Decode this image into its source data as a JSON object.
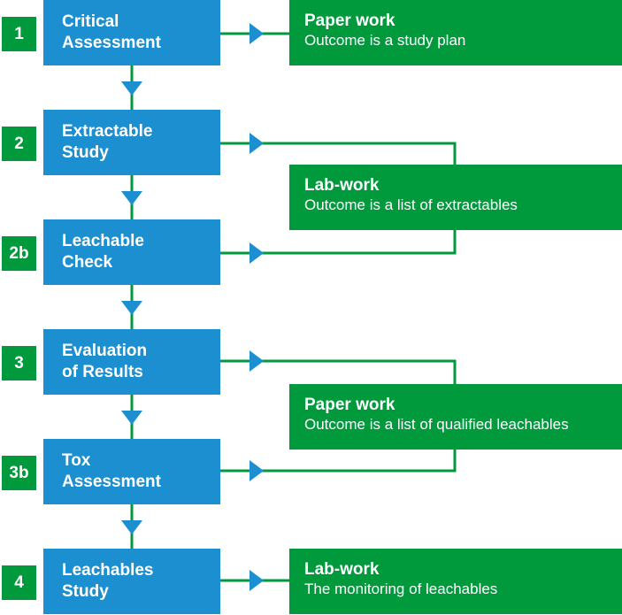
{
  "colors": {
    "step": "#1b8fd0",
    "outcome": "#009a3d",
    "connector": "#009a3d",
    "arrow": "#1b8fd0"
  },
  "steps": [
    {
      "num": "1",
      "line1": "Critical",
      "line2": "Assessment"
    },
    {
      "num": "2",
      "line1": "Extractable",
      "line2": "Study"
    },
    {
      "num": "2b",
      "line1": "Leachable",
      "line2": "Check"
    },
    {
      "num": "3",
      "line1": "Evaluation",
      "line2": "of Results"
    },
    {
      "num": "3b",
      "line1": "Tox",
      "line2": "Assessment"
    },
    {
      "num": "4",
      "line1": "Leachables",
      "line2": "Study"
    }
  ],
  "outcomes": [
    {
      "title": "Paper work",
      "desc": "Outcome is a study plan"
    },
    {
      "title": "Lab-work",
      "desc": "Outcome is a list of extractables"
    },
    {
      "title": "Paper work",
      "desc": "Outcome is a list of qualified leachables"
    },
    {
      "title": "Lab-work",
      "desc": "The monitoring of leachables"
    }
  ]
}
